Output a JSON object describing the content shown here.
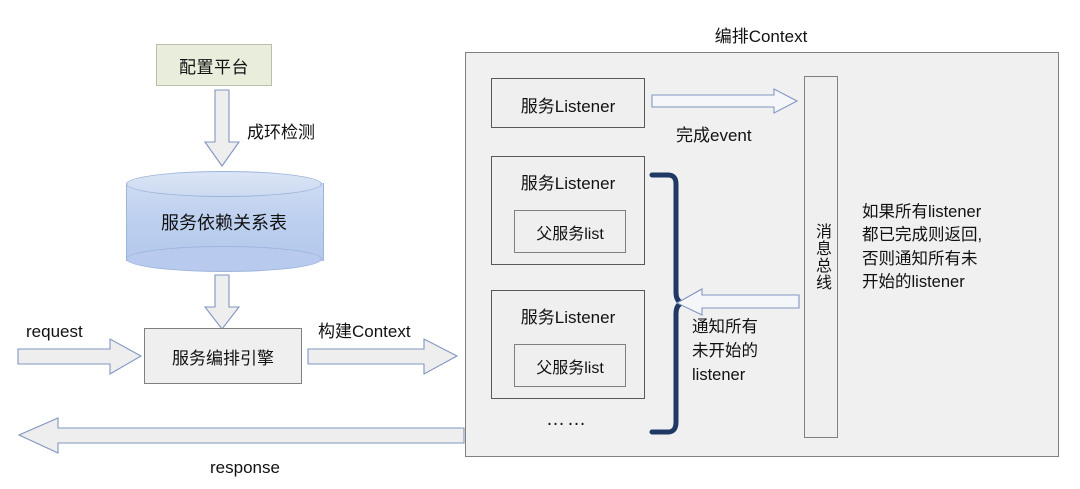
{
  "diagram": {
    "title_left": "",
    "left_flow": {
      "config_platform": "配置平台",
      "cycle_detect_label": "成环检测",
      "dependency_table": "服务依赖关系表",
      "orchestration_engine": "服务编排引擎",
      "request_label": "request",
      "response_label": "response",
      "build_context_label": "构建Context"
    },
    "right_panel": {
      "title": "编排Context",
      "listeners": [
        {
          "name": "服务Listener",
          "sublist": null
        },
        {
          "name": "服务Listener",
          "sublist": "父服务list"
        },
        {
          "name": "服务Listener",
          "sublist": "父服务list"
        }
      ],
      "ellipsis": "……",
      "message_bus": "消息总线",
      "complete_event_label": "完成event",
      "notify_label": "通知所有\n未开始的\nlistener",
      "notify_line1": "通知所有",
      "notify_line2": "未开始的",
      "notify_line3": "listener",
      "note_line1": "如果所有listener",
      "note_line2": "都已完成则返回,",
      "note_line3": "否则通知所有未",
      "note_line4": "开始的listener"
    },
    "colors": {
      "config_box_fill": "#e8eddc",
      "config_box_stroke": "#b9bfa8",
      "cylinder_fill": "#bdd0ef",
      "cylinder_stroke": "#9db4dd",
      "panel_fill": "#f0f0f0",
      "panel_stroke": "#808080",
      "box_fill": "#efefef",
      "box_stroke": "#595959",
      "arrow_fill": "#eeeeee",
      "arrow_stroke": "#8296c0",
      "bracket_stroke": "#1f3864",
      "text": "#111111"
    }
  }
}
